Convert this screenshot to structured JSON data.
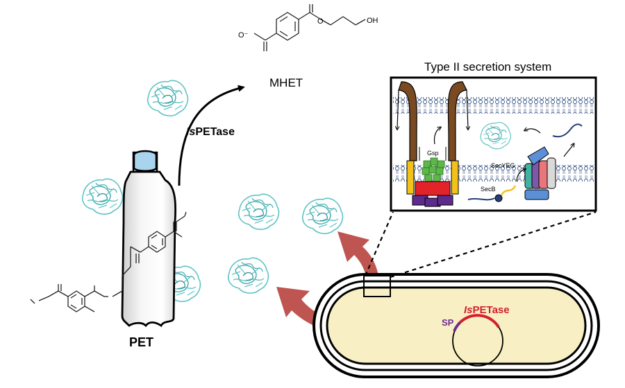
{
  "labels": {
    "mhet": "MHET",
    "pet": "PET",
    "enzyme_italic": "Is",
    "enzyme_rest": "PETase",
    "type2_title": "Type II secretion system",
    "gsp": "Gsp",
    "secyeg": "SecYEG",
    "secb": "SecB",
    "plasmid_gene_italic": "Is",
    "plasmid_gene_rest": "PETase",
    "sp": "SP"
  },
  "chem": {
    "oh": "OH",
    "o": "O",
    "o_minus": "O⁻"
  },
  "colors": {
    "enzyme": "#63c6c8",
    "arrow_red": "#b8433e",
    "cell_fill": "#f8f0c4",
    "petase_red": "#d3202c",
    "sp_purple": "#6d2c91",
    "gsp_green": "#5cb947",
    "gsp_red": "#e2232a",
    "gsp_purple": "#5d2a8e",
    "gsp_yellow": "#f2c21b",
    "secyeg_blue": "#5b8fd6",
    "secyeg_pink": "#e8767b",
    "secyeg_teal": "#3fb39f",
    "secyeg_purple": "#7e57a8",
    "pilus_brown": "#7a4a22",
    "cap_blue": "#a9d4ee"
  }
}
